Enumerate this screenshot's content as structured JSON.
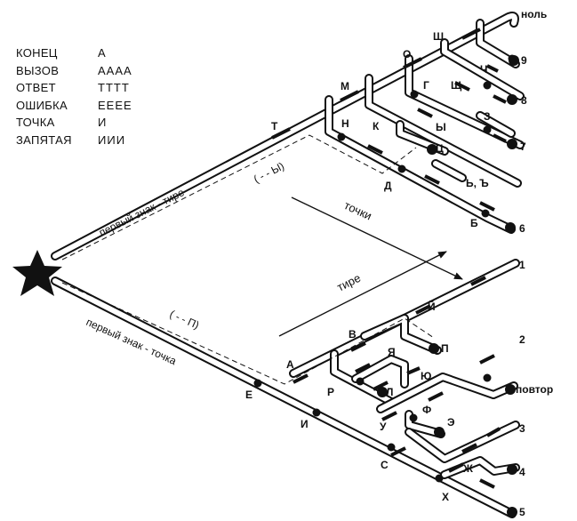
{
  "legend": [
    {
      "name": "КОНЕЦ",
      "code": "А"
    },
    {
      "name": "ВЫЗОВ",
      "code": "АААА"
    },
    {
      "name": "ОТВЕТ",
      "code": "ТТТТ"
    },
    {
      "name": "ОШИБКА",
      "code": "ЕЕЕЕ"
    },
    {
      "name": "ТОЧКА",
      "code": "И"
    },
    {
      "name": "ЗАПЯТАЯ",
      "code": "ИИИ"
    }
  ],
  "captions": {
    "dash_first": "первый знак - тире",
    "dot_first": "первый знак - точка",
    "dots": "точки",
    "dashes": "тире",
    "example_top": "( - - Ы)",
    "example_bottom": "( - - П)"
  },
  "letters": {
    "T": "Т",
    "M": "М",
    "O": "О",
    "Sh": "Ш",
    "N": "Н",
    "G": "Г",
    "Shch": "Щ",
    "Ch": "Ч",
    "K": "К",
    "Y": "Ы",
    "Z": "З",
    "Ts": "Ц",
    "D": "Д",
    "SoftHard": "Ь, Ъ",
    "B": "Б",
    "A": "А",
    "E": "Е",
    "V": "В",
    "Yi": "Й",
    "P": "П",
    "Ya": "Я",
    "R": "Р",
    "L": "Л",
    "Yu": "Ю",
    "I": "И",
    "F": "Ф",
    "E2": "Э",
    "U": "У",
    "S": "С",
    "Zh": "Ж",
    "Kh": "Х"
  },
  "digits": {
    "zero": "ноль",
    "nine": "9",
    "eight": "8",
    "seven": "7",
    "six": "6",
    "one": "1",
    "two": "2",
    "repeat": "повтор",
    "three": "3",
    "four": "4",
    "five": "5"
  }
}
